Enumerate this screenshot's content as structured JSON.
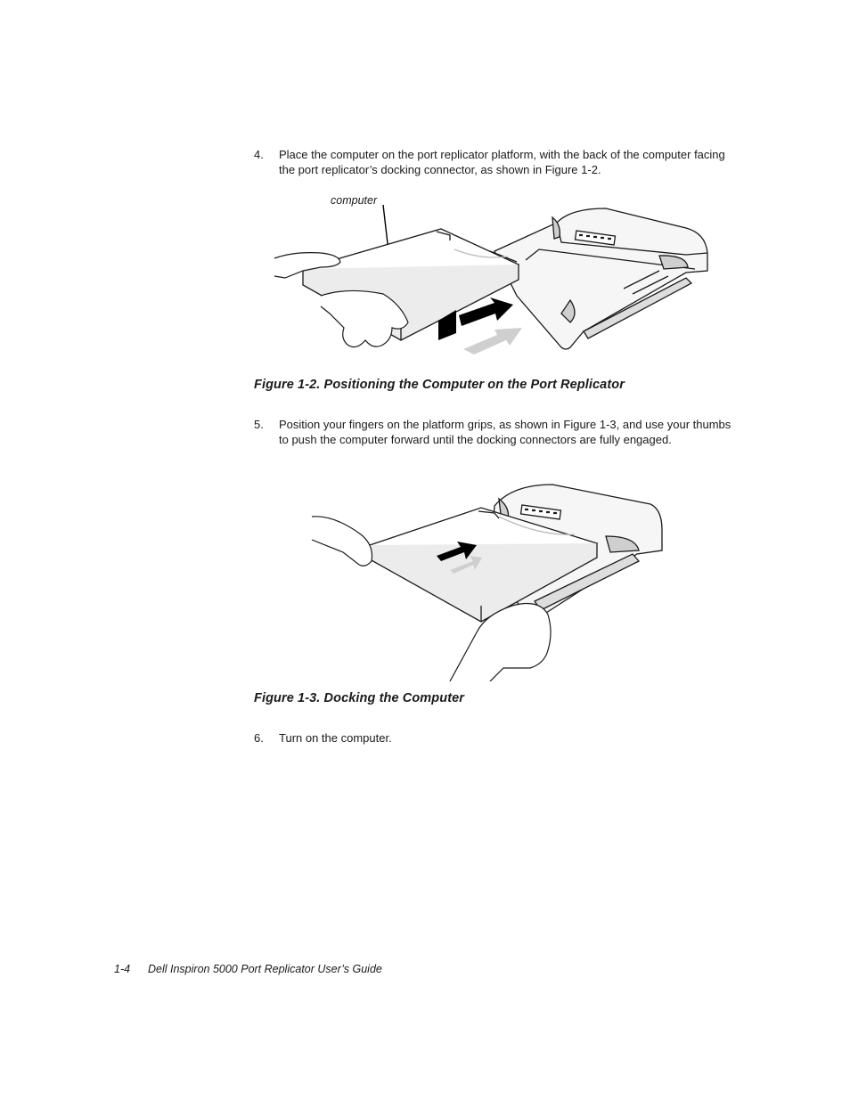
{
  "steps": [
    {
      "number": "4.",
      "text": "Place the computer on the port replicator platform, with the back of the computer facing the port replicator’s docking connector, as shown in Figure 1-2."
    },
    {
      "number": "5.",
      "text": "Position your fingers on the platform grips, as shown in Figure 1-3, and use your thumbs to push the computer forward until the docking connectors are fully engaged."
    },
    {
      "number": "6.",
      "text": "Turn on the computer."
    }
  ],
  "figures": [
    {
      "callout": "computer",
      "caption": "Figure 1-2.  Positioning the Computer on the Port Replicator"
    },
    {
      "caption": "Figure 1-3.  Docking the Computer"
    }
  ],
  "footer": {
    "page_number": "1-4",
    "title": "Dell Inspiron 5000 Port Replicator User’s Guide"
  }
}
